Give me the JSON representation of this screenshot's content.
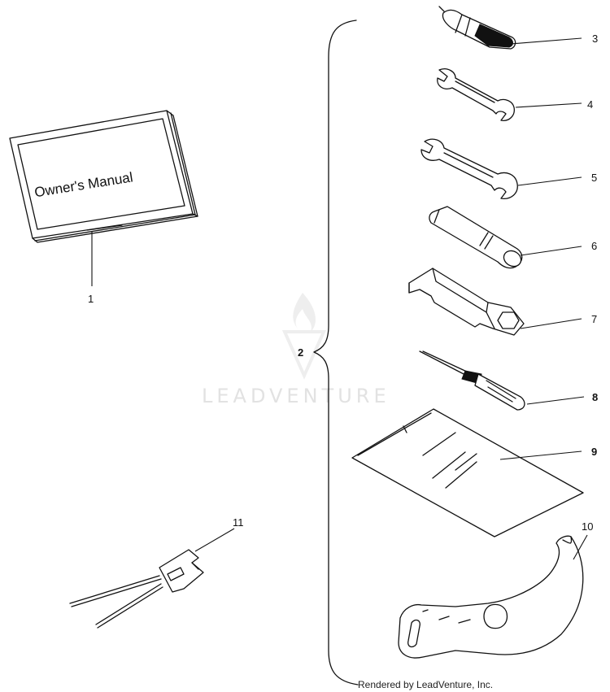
{
  "manual_cover_text": "Owner's Manual",
  "callouts": {
    "c1": "1",
    "c2": "2",
    "c3": "3",
    "c4": "4",
    "c5": "5",
    "c6": "6",
    "c7": "7",
    "c8": "8",
    "c9": "9",
    "c10": "10",
    "c11": "11"
  },
  "watermark": "LEADVENTURE",
  "credit": "Rendered by LeadVenture, Inc.",
  "icons": {
    "manual": "book-icon",
    "flashlight": "flashlight-icon",
    "wrench": "wrench-icon",
    "socket": "socket-tube-icon",
    "tool": "bracket-tool-icon",
    "screwdriver": "screwdriver-icon",
    "bag": "plastic-bag-icon",
    "hook": "hook-bracket-icon",
    "connector": "wire-connector-icon"
  }
}
